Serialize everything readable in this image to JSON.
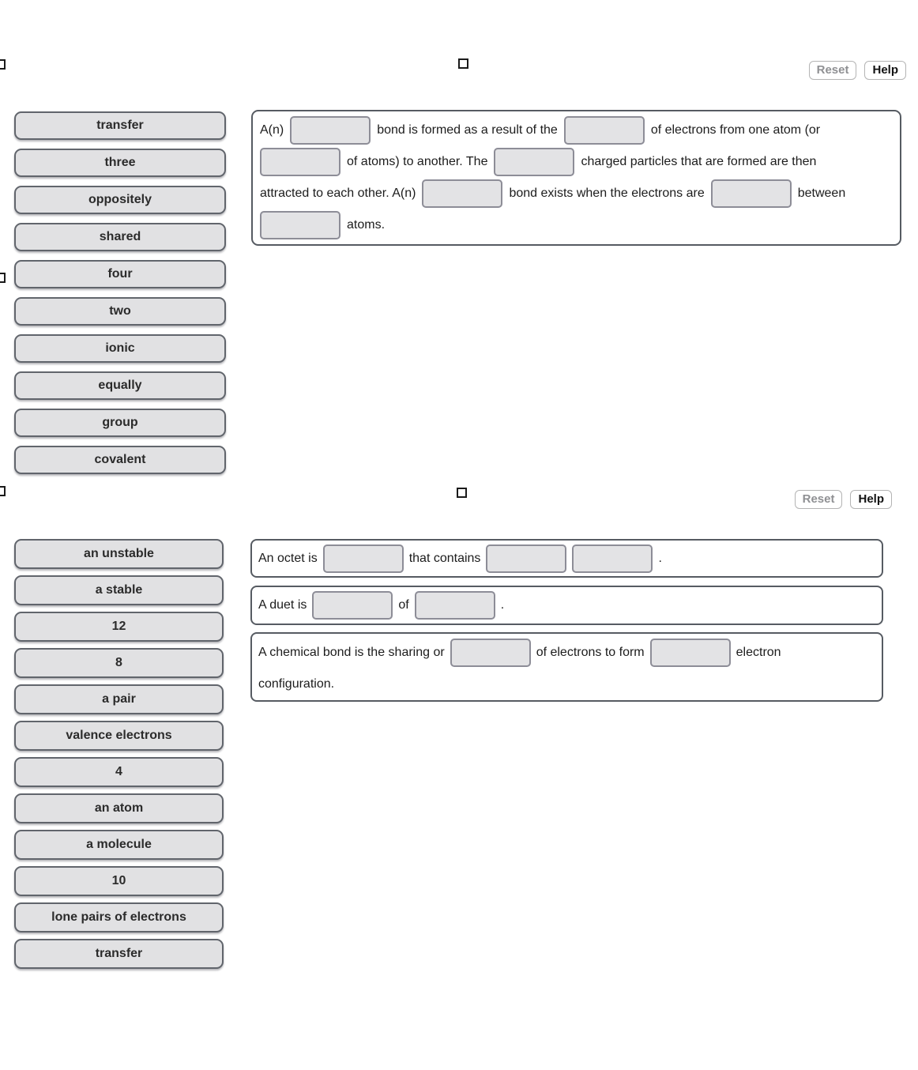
{
  "icons": {
    "square_marker": "empty-square-outline"
  },
  "colors": {
    "chip_fill": "#e1e1e3",
    "chip_border": "#61656c",
    "box_border": "#565b62",
    "blank_fill": "#e3e3e5",
    "blank_border": "#8d8d97",
    "reset_text": "#8f9093",
    "help_text": "#121212"
  },
  "activity1": {
    "toolbar": {
      "reset": "Reset",
      "help": "Help"
    },
    "word_bank": [
      "transfer",
      "three",
      "oppositely",
      "shared",
      "four",
      "two",
      "ionic",
      "equally",
      "group",
      "covalent"
    ],
    "paragraph": {
      "line1_a": "A(n)",
      "line1_b": "bond is formed as a result of the",
      "line1_c": "of electrons from one atom (or",
      "line2_a": "of atoms) to another. The",
      "line2_b": "charged particles that are formed are then",
      "line3_a": "attracted to each other. A(n)",
      "line3_b": "bond exists when the electrons are",
      "line3_c": "between",
      "line4_a": "atoms."
    }
  },
  "activity2": {
    "toolbar": {
      "reset": "Reset",
      "help": "Help"
    },
    "word_bank": [
      "an unstable",
      "a stable",
      "12",
      "8",
      "a pair",
      "valence electrons",
      "4",
      "an atom",
      "a molecule",
      "10",
      "lone pairs of electrons",
      "transfer"
    ],
    "sentences": {
      "s1_a": "An octet is",
      "s1_b": "that contains",
      "s1_end": ".",
      "s2_a": "A duet is",
      "s2_b": "of",
      "s2_end": ".",
      "s3_a": "A chemical bond is the sharing or",
      "s3_b": "of electrons to form",
      "s3_c": "electron",
      "s3_line2": "configuration."
    }
  }
}
